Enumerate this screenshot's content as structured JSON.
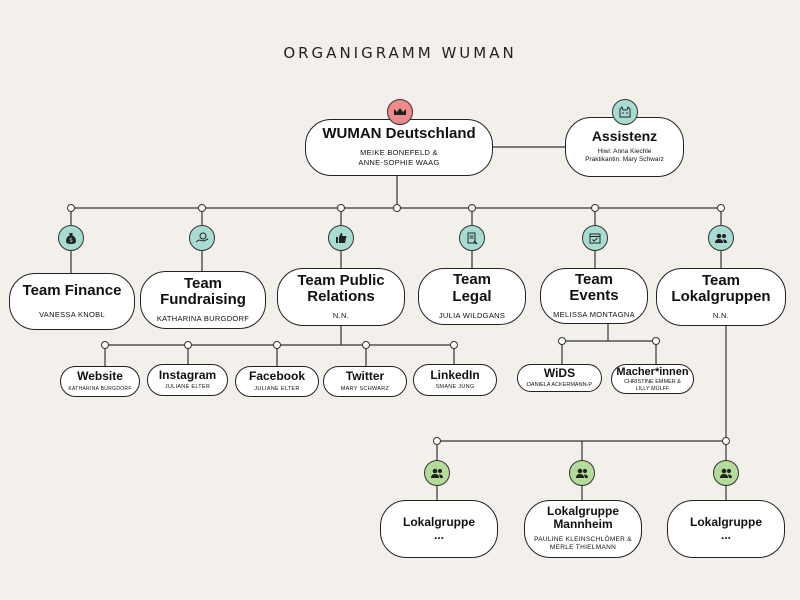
{
  "title": "ORGANIGRAMM WUMAN",
  "colors": {
    "teal": "#a8dcd3",
    "pink": "#ee8a8a",
    "green": "#b3dc9b",
    "line": "#333333"
  },
  "nodes": {
    "root": {
      "title": "WUMAN Deutschland",
      "sub": "MEIKE BONEFELD &\nANNE-SOPHIE WAAG",
      "icon": "crown-icon"
    },
    "assistenz": {
      "title": "Assistenz",
      "sub": "Hiwi: Anna Kiechle\nPraktikantin: Mary Schwarz",
      "icon": "cat-icon"
    },
    "finance": {
      "title": "Team Finance",
      "sub": "VANESSA KNOBL",
      "icon": "money-bag-icon"
    },
    "fundraising": {
      "title": "Team\nFundraising",
      "sub": "KATHARINA BURGDORF",
      "icon": "donation-hand-icon"
    },
    "pr": {
      "title": "Team Public\nRelations",
      "sub": "N.N.",
      "icon": "thumbs-up-icon"
    },
    "legal": {
      "title": "Team\nLegal",
      "sub": "JULIA WILDGANS",
      "icon": "legal-document-icon"
    },
    "events": {
      "title": "Team\nEvents",
      "sub": "MELISSA MONTAGNA",
      "icon": "calendar-check-icon"
    },
    "lokal": {
      "title": "Team\nLokalgruppen",
      "sub": "N.N.",
      "icon": "group-icon"
    },
    "website": {
      "title": "Website",
      "sub": "KATHARINA BURGDORF"
    },
    "instagram": {
      "title": "Instagram",
      "sub": "JULIANE ELTER"
    },
    "facebook": {
      "title": "Facebook",
      "sub": "JULIANE ELTER"
    },
    "twitter": {
      "title": "Twitter",
      "sub": "MARY SCHWARZ"
    },
    "linkedin": {
      "title": "LinkedIn",
      "sub": "SMANE JUNG"
    },
    "wids": {
      "title": "WiDS",
      "sub": "DANIELA ACKERMANN-P"
    },
    "macher": {
      "title": "Macher*innen",
      "sub": "CHRISTINE EMMER &\nLILLY MÜLFF"
    },
    "lg1": {
      "title": "Lokalgruppe\n...",
      "sub": "",
      "icon": "group-icon"
    },
    "lg2": {
      "title": "Lokalgruppe\nMannheim",
      "sub": "PAULINE KLEINSCHLÖMER &\nMERLE THIELMANN",
      "icon": "group-icon"
    },
    "lg3": {
      "title": "Lokalgruppe\n...",
      "sub": "",
      "icon": "group-icon"
    }
  }
}
